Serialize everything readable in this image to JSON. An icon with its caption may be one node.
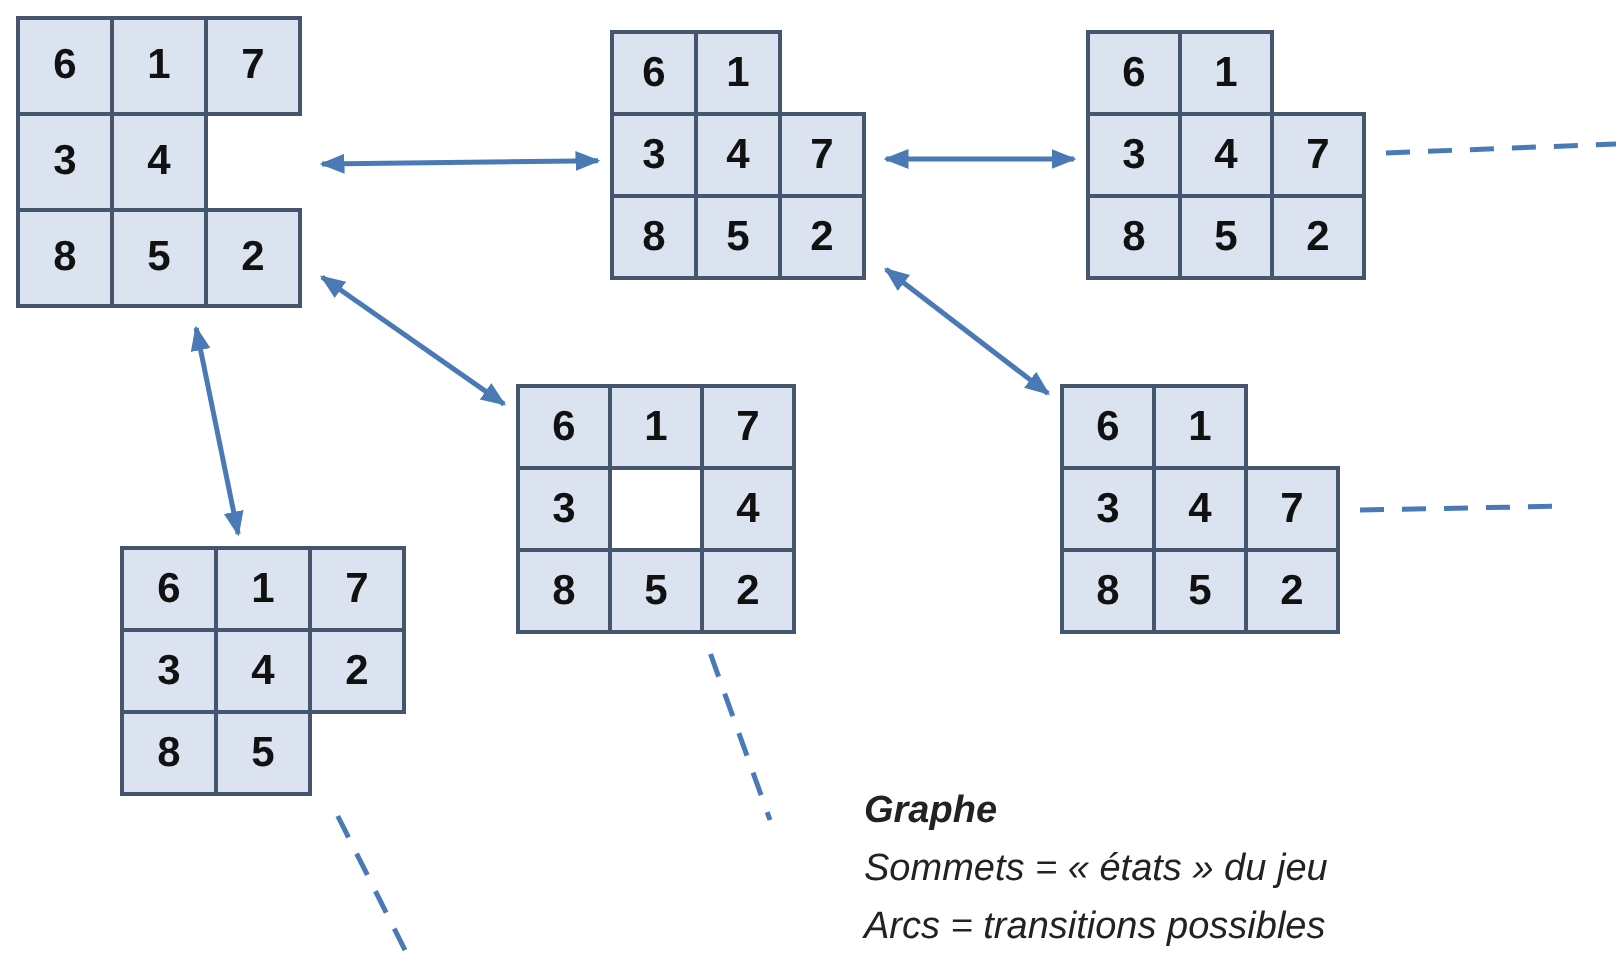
{
  "diagram": {
    "nodes": [
      {
        "text": [
          "6",
          "1",
          "7",
          "3",
          "4",
          "8",
          "5",
          "2"
        ]
      },
      {
        "text": [
          "6",
          "1",
          "3",
          "4",
          "7",
          "8",
          "5",
          "2"
        ]
      },
      {
        "text": [
          "6",
          "1",
          "3",
          "4",
          "7",
          "8",
          "5",
          "2"
        ]
      },
      {
        "text": [
          "6",
          "1",
          "3",
          "4",
          "7",
          "8",
          "5",
          "2"
        ]
      },
      {
        "text": [
          "6",
          "1",
          "7",
          "3",
          "4",
          "8",
          "5",
          "2"
        ]
      },
      {
        "text": [
          "6",
          "1",
          "7",
          "3",
          "4",
          "2",
          "8",
          "5"
        ]
      }
    ],
    "edges": [
      {
        "from": 0,
        "to": 1,
        "arrow": "both"
      },
      {
        "from": 1,
        "to": 2,
        "arrow": "both"
      },
      {
        "from": 2,
        "to": null,
        "arrow": "none",
        "style": "dashed"
      },
      {
        "from": 1,
        "to": 3,
        "arrow": "both"
      },
      {
        "from": 0,
        "to": 4,
        "arrow": "both"
      },
      {
        "from": 0,
        "to": 5,
        "arrow": "both"
      },
      {
        "from": 3,
        "to": null,
        "arrow": "none",
        "style": "dashed"
      },
      {
        "from": 4,
        "to": null,
        "arrow": "none",
        "style": "dashed"
      },
      {
        "from": 5,
        "to": null,
        "arrow": "none",
        "style": "dashed"
      }
    ],
    "labels": [
      "Graphe",
      "Sommets = « états » du jeu",
      "Arcs = transitions possibles"
    ]
  }
}
